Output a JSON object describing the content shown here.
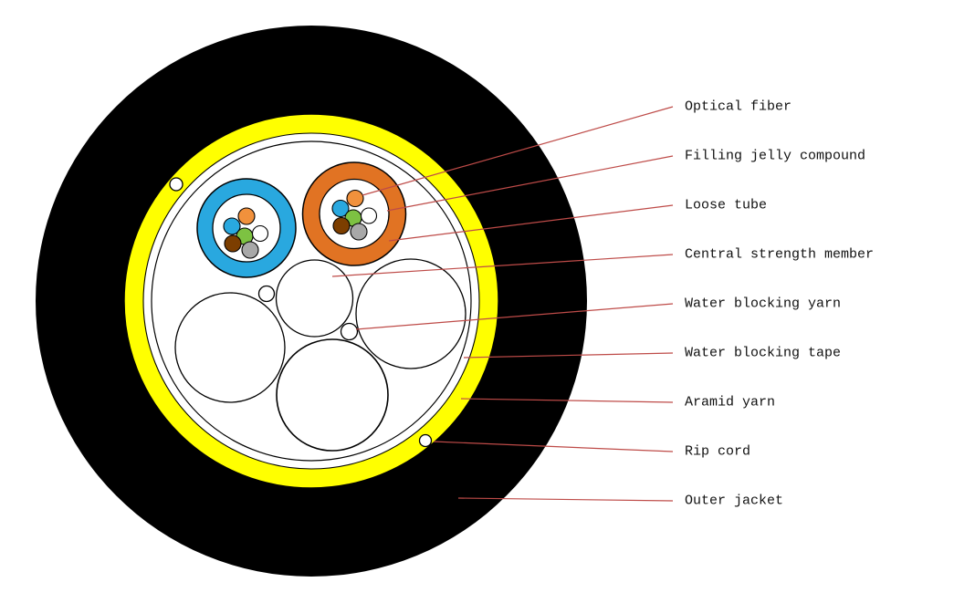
{
  "diagram": {
    "type": "cable-cross-section",
    "description": "Fiber optic cable cross-section with callout labels",
    "labels": [
      "Optical fiber",
      "Filling jelly compound",
      "Loose tube",
      "Central strength member",
      "Water blocking yarn",
      "Water blocking tape",
      "Aramid yarn",
      "Rip cord",
      "Outer jacket"
    ]
  },
  "colors": {
    "background": "#FFFFFF",
    "outer_jacket": "#000000",
    "aramid_yarn_ring": "#FFFF00",
    "core_white": "#FFFFFF",
    "loose_tube_blue": "#29A8DF",
    "loose_tube_orange": "#E17323",
    "fiber_orange": "#F1913C",
    "fiber_blue": "#29A8DF",
    "fiber_green": "#7DC242",
    "fiber_white": "#FFFFFF",
    "fiber_brown": "#7C3E00",
    "fiber_gray": "#A8A8A8",
    "callout_line": "#BE4B48",
    "label_text": "#111111"
  }
}
